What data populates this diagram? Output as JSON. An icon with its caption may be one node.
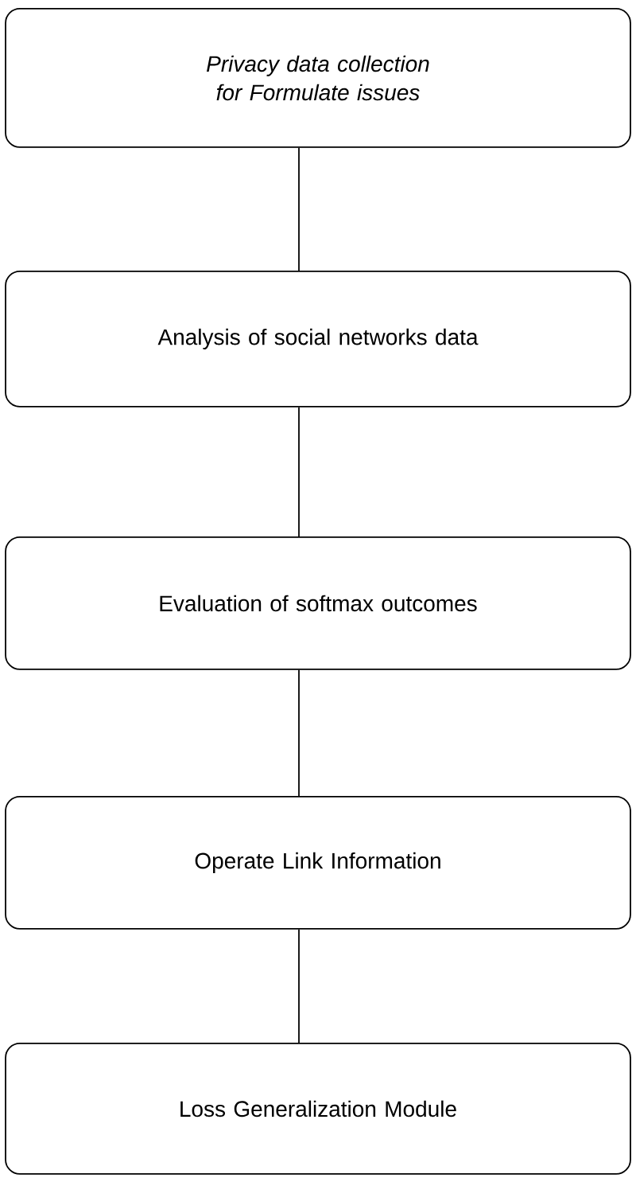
{
  "diagram": {
    "nodes": [
      {
        "text": [
          "Privacy data collection for Formulate issues"
        ]
      },
      {
        "text": [
          "Analysis of social networks data"
        ]
      },
      {
        "text": [
          "Evaluation of softmax outcomes"
        ]
      },
      {
        "text": [
          "Operate Link Information"
        ]
      },
      {
        "text": [
          "Loss Generalization Module"
        ]
      }
    ],
    "edges": [
      {
        "from": 0,
        "to": 1,
        "arrow": "none"
      },
      {
        "from": 1,
        "to": 2,
        "arrow": "none"
      },
      {
        "from": 2,
        "to": 3,
        "arrow": "none"
      },
      {
        "from": 3,
        "to": 4,
        "arrow": "none"
      }
    ]
  }
}
